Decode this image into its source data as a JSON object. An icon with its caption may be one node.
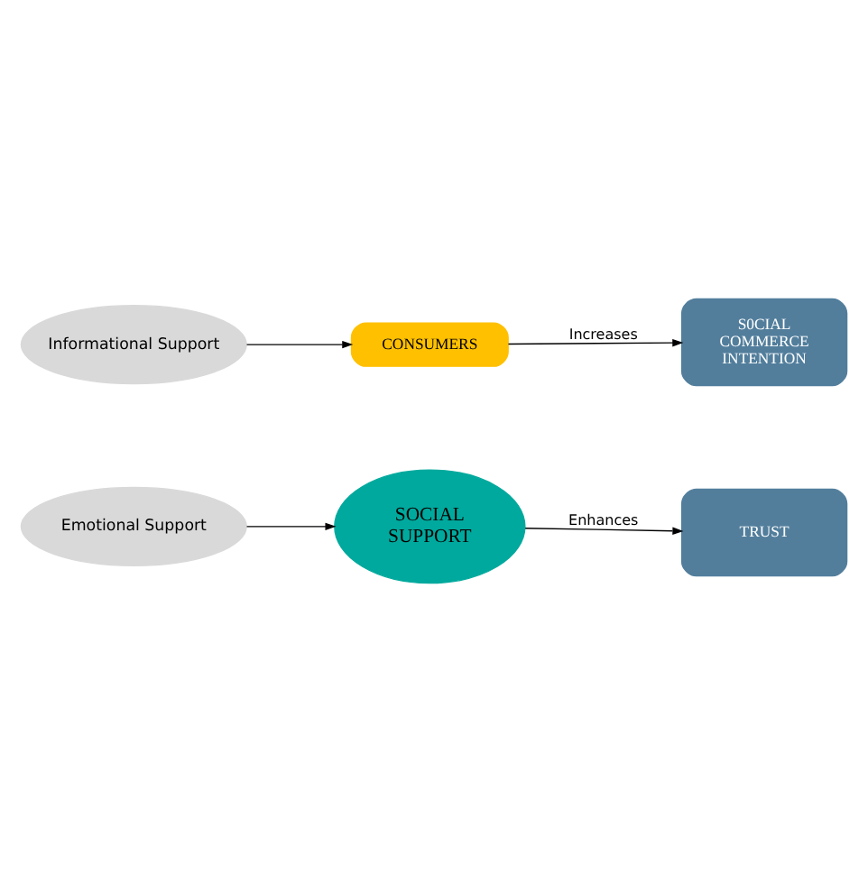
{
  "diagram": {
    "nodes": [
      {
        "text": [
          "Informational Support"
        ]
      },
      {
        "text": [
          "CONSUMERS"
        ]
      },
      {
        "text": [
          "SOCIAL SUPPORT"
        ]
      },
      {
        "text": [
          "S0CIAL COMMERCE INTENTION"
        ]
      },
      {
        "text": [
          "TRUST"
        ]
      },
      {
        "text": [
          "Emotional Support"
        ]
      }
    ],
    "edges": [
      {
        "from": 0,
        "to": 1,
        "arrow": "to"
      },
      {
        "from": 5,
        "to": 2,
        "arrow": "to"
      },
      {
        "from": 1,
        "to": 3,
        "arrow": "to",
        "label": "Increases"
      },
      {
        "from": 2,
        "to": 4,
        "arrow": "to",
        "label": "Enhances"
      }
    ]
  }
}
